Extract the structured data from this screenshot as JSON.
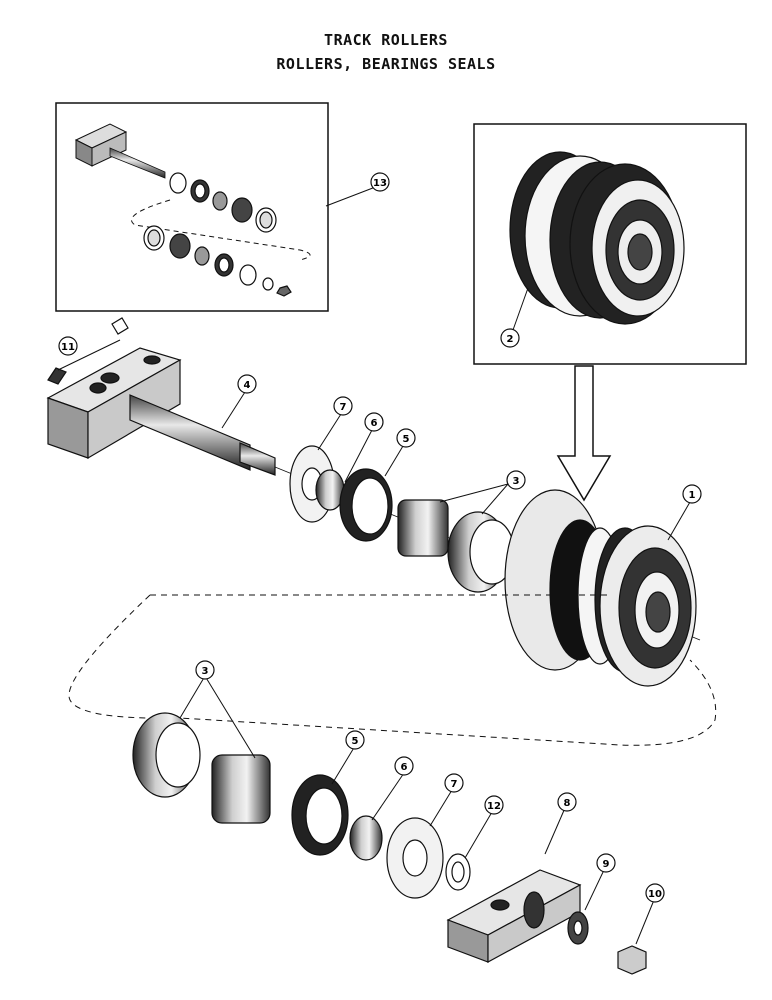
{
  "title": "TRACK ROLLERS",
  "subtitle": "ROLLERS, BEARINGS SEALS",
  "callouts": [
    {
      "id": "c1",
      "label": "1"
    },
    {
      "id": "c2",
      "label": "2"
    },
    {
      "id": "c3a",
      "label": "3"
    },
    {
      "id": "c3b",
      "label": "3"
    },
    {
      "id": "c4",
      "label": "4"
    },
    {
      "id": "c5a",
      "label": "5"
    },
    {
      "id": "c5b",
      "label": "5"
    },
    {
      "id": "c6a",
      "label": "6"
    },
    {
      "id": "c6b",
      "label": "6"
    },
    {
      "id": "c7a",
      "label": "7"
    },
    {
      "id": "c7b",
      "label": "7"
    },
    {
      "id": "c8",
      "label": "8"
    },
    {
      "id": "c9",
      "label": "9"
    },
    {
      "id": "c10",
      "label": "10"
    },
    {
      "id": "c11",
      "label": "11"
    },
    {
      "id": "c12",
      "label": "12"
    },
    {
      "id": "c13",
      "label": "13"
    }
  ]
}
